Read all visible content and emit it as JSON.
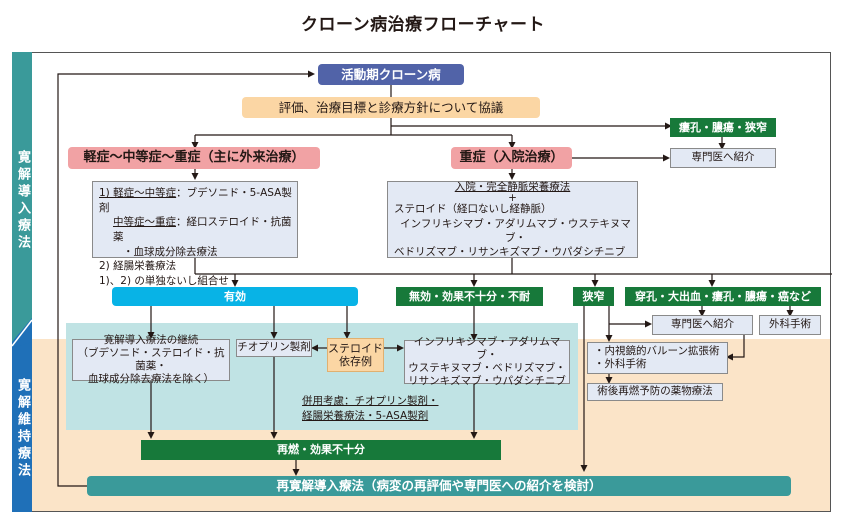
{
  "title": "クローン病治療フローチャート",
  "phases": {
    "induction": "寛解導入療法",
    "maintenance": "寛解維持療法"
  },
  "nodes": {
    "active": "活動期クローン病",
    "evaluation": "評価、治療目標と診療方針について協議",
    "fistula_top": "瘻孔・膿瘍・狭窄",
    "referral_top": "専門医へ紹介",
    "mild_moderate": "軽症～中等症～重症（主に外来治療）",
    "severe": "重症（入院治療）",
    "mild_box": {
      "line1_label": "1) 軽症～中等症",
      "line1_value": "：ブデソニド・5-ASA製剤",
      "line2_label": "中等症～重症",
      "line2_value": "：経口ステロイド・抗菌薬",
      "line3": "・血球成分除去療法",
      "line4": "2) 経腸栄養療法",
      "line5": "1)、2) の単独ないし組合せ"
    },
    "severe_box": {
      "line1": "入院・完全静脈栄養療法",
      "line2": "+",
      "line3": "ステロイド（経口ないし経静脈）",
      "line4": "インフリキシマブ・アダリムマブ・ウステキヌマブ・",
      "line5": "ベドリズマブ・リサンキズマブ・ウパダシチニブ"
    },
    "effective": "有効",
    "ineffective": "無効・効果不十分・不耐",
    "stenosis": "狭窄",
    "perforation": "穿孔・大出血・瘻孔・膿瘍・癌など",
    "referral_mid": "専門医へ紹介",
    "surgery": "外科手術",
    "continue_induction": {
      "line1": "寛解導入療法の継続",
      "line2": "（ブデソニド・ステロイド・抗菌薬・",
      "line3": "血球成分除去療法を除く）"
    },
    "thiopurine": "チオプリン製剤",
    "steroid_dependent": {
      "line1": "ステロイド",
      "line2": "依存例"
    },
    "biologics": {
      "line1": "インフリキシマブ・アダリムマブ・",
      "line2": "ウステキヌマブ・ベドリズマブ・",
      "line3": "リサンキズマブ・ウパダシチニブ"
    },
    "combined_note": {
      "line1": "併用考慮：チオプリン製剤・",
      "line2": "経腸栄養療法・5-ASA製剤"
    },
    "balloon": {
      "line1": "・内視鏡的バルーン拡張術",
      "line2": "・外科手術"
    },
    "postop": "術後再燃予防の薬物療法",
    "relapse": "再燃・効果不十分",
    "reinduction": "再寛解導入療法（病変の再評価や専門医への紹介を検討）"
  },
  "colors": {
    "navy": "#5163a8",
    "peach": "#fbd6a4",
    "pink": "#f1a2a4",
    "green": "#17793a",
    "cyan": "#08b3e6",
    "teal": "#3a9a9a",
    "blue": "#1f70b8",
    "light_box": "#e3e9f4",
    "maintenance_bg": "#fbe4c8",
    "light_teal_bg": "#c0e3e4"
  }
}
